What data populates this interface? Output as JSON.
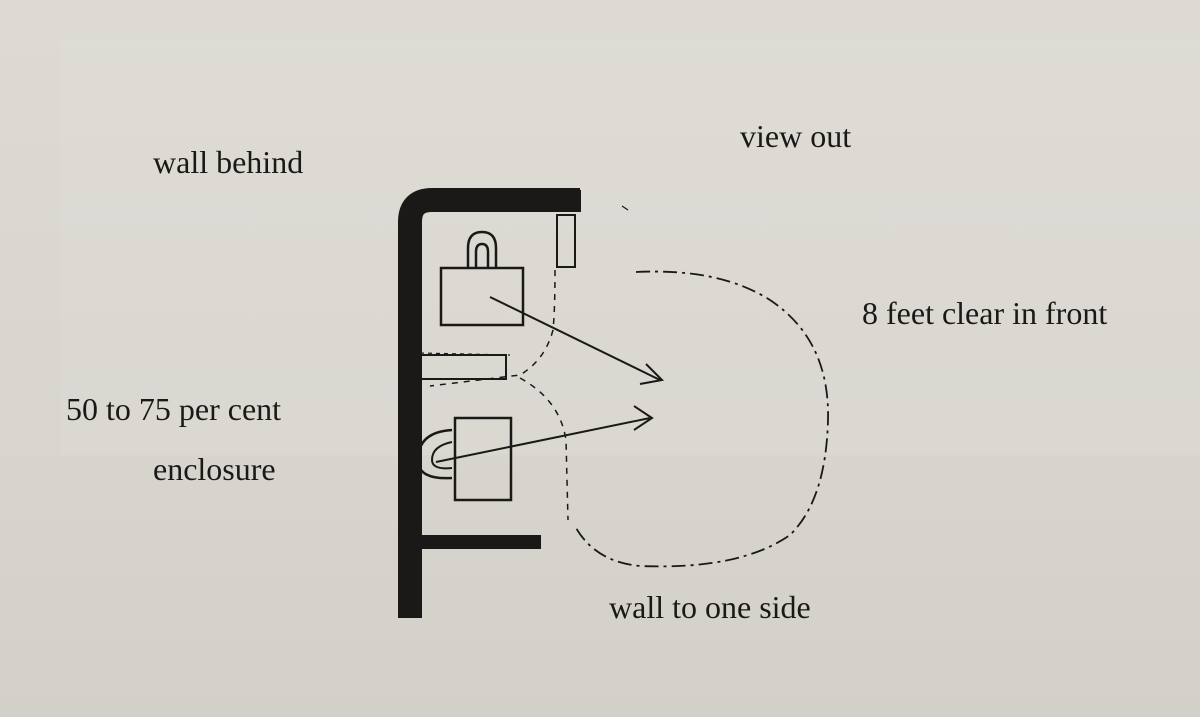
{
  "labels": {
    "wall_behind": "wall behind",
    "view_out": "view out",
    "clear_in_front": "8 feet clear in front",
    "enclosure_line1": "50 to 75 per cent",
    "enclosure_line2": "enclosure",
    "wall_to_one_side": "wall to one side"
  },
  "colors": {
    "ink": "#1a1918",
    "paper": "#dad7d0"
  }
}
